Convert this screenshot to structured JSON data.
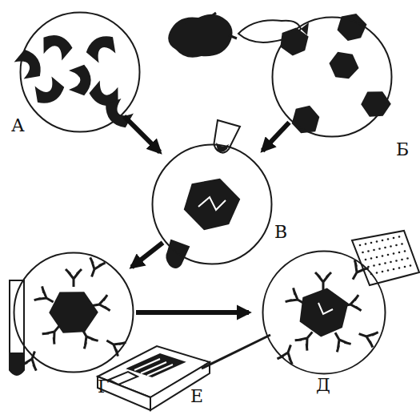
{
  "diagram": {
    "nodes": [
      {
        "text": [
          "А"
        ]
      },
      {
        "text": [
          "Б"
        ]
      },
      {
        "text": [
          "В"
        ]
      },
      {
        "text": [
          "Г"
        ]
      },
      {
        "text": [
          "Д"
        ]
      }
    ],
    "edges": [
      {
        "from": 0,
        "to": 2,
        "arrow": "to"
      },
      {
        "from": 1,
        "to": 2,
        "arrow": "to"
      },
      {
        "from": 2,
        "to": 3,
        "arrow": "to"
      },
      {
        "from": 3,
        "to": 4,
        "arrow": "to"
      }
    ],
    "labels": [
      "Е"
    ]
  }
}
